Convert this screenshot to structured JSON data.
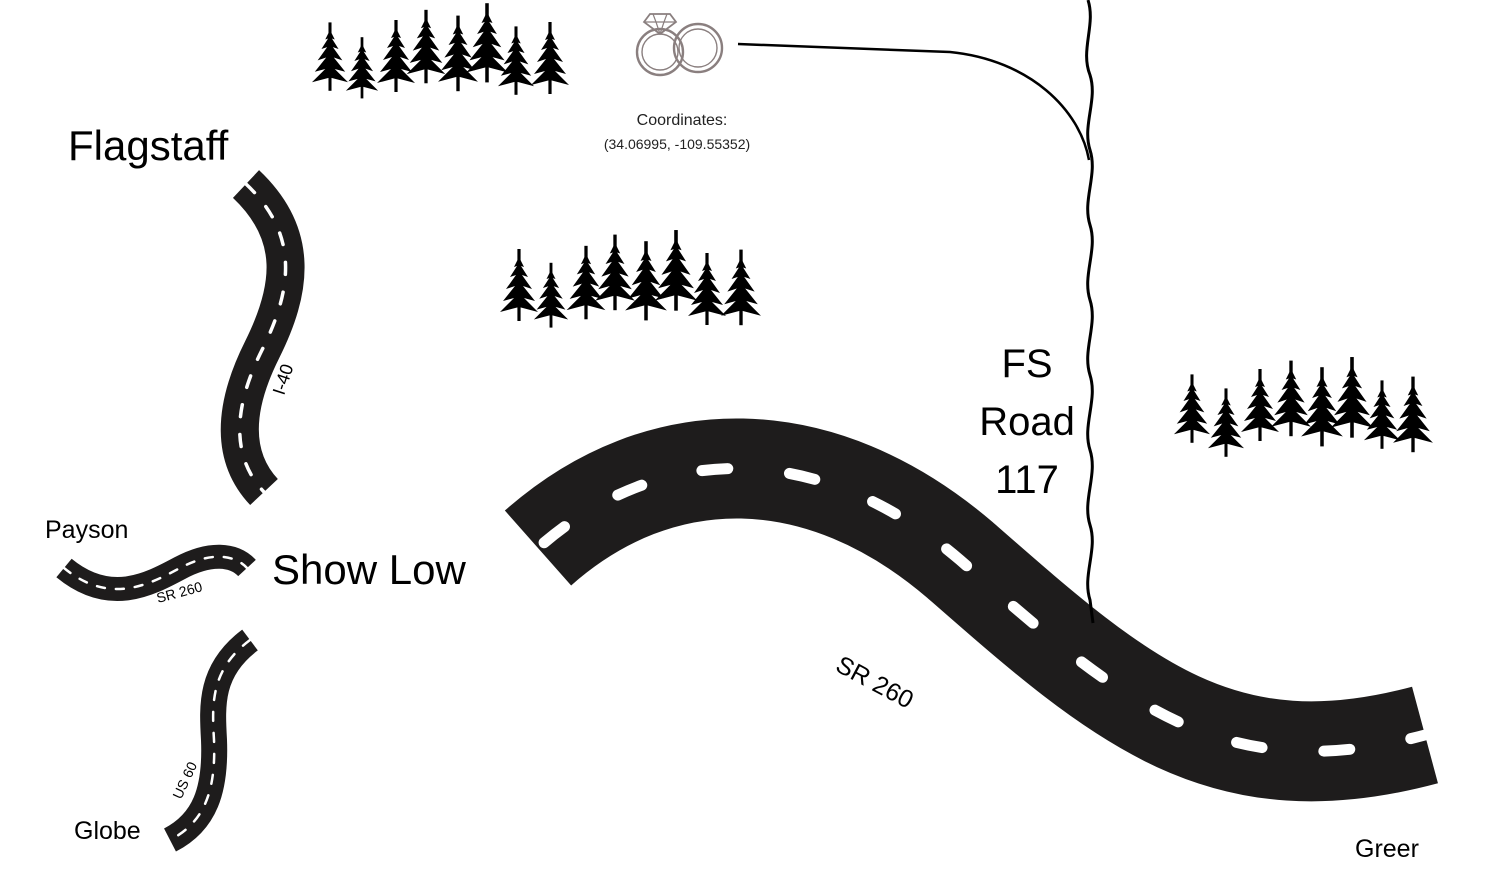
{
  "cities": {
    "flagstaff": "Flagstaff",
    "payson": "Payson",
    "show_low": "Show Low",
    "globe": "Globe",
    "greer": "Greer"
  },
  "roads": {
    "i40": "I-40",
    "sr260_small": "SR 260",
    "us60": "US 60",
    "sr260_main": "SR 260",
    "fs_road": [
      "FS",
      "Road",
      "117"
    ]
  },
  "venue": {
    "icon": "wedding-rings-icon",
    "coordinates_label": "Coordinates:",
    "coordinates_value": "(34.06995, -109.55352)"
  },
  "colors": {
    "road": "#1e1c1c",
    "lane_marking": "#ffffff",
    "ring": "#8a7f7f",
    "trees": "#000000"
  }
}
